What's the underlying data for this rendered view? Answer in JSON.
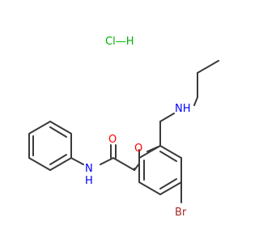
{
  "molecule": {
    "salt_label": "Cl—H",
    "atoms": {
      "oxygen_carbonyl": "O",
      "oxygen_ether": "O",
      "nitrogen_amide": "N",
      "amide_h": "H",
      "nitrogen_amine": "NH",
      "bromine": "Br"
    }
  },
  "colors": {
    "bond": "#3a3a3a",
    "oxygen": "#ff0000",
    "nitrogen": "#0000ff",
    "chlorine": "#00b000",
    "bromine": "#a52a2a",
    "hydrogen": "#505050"
  }
}
